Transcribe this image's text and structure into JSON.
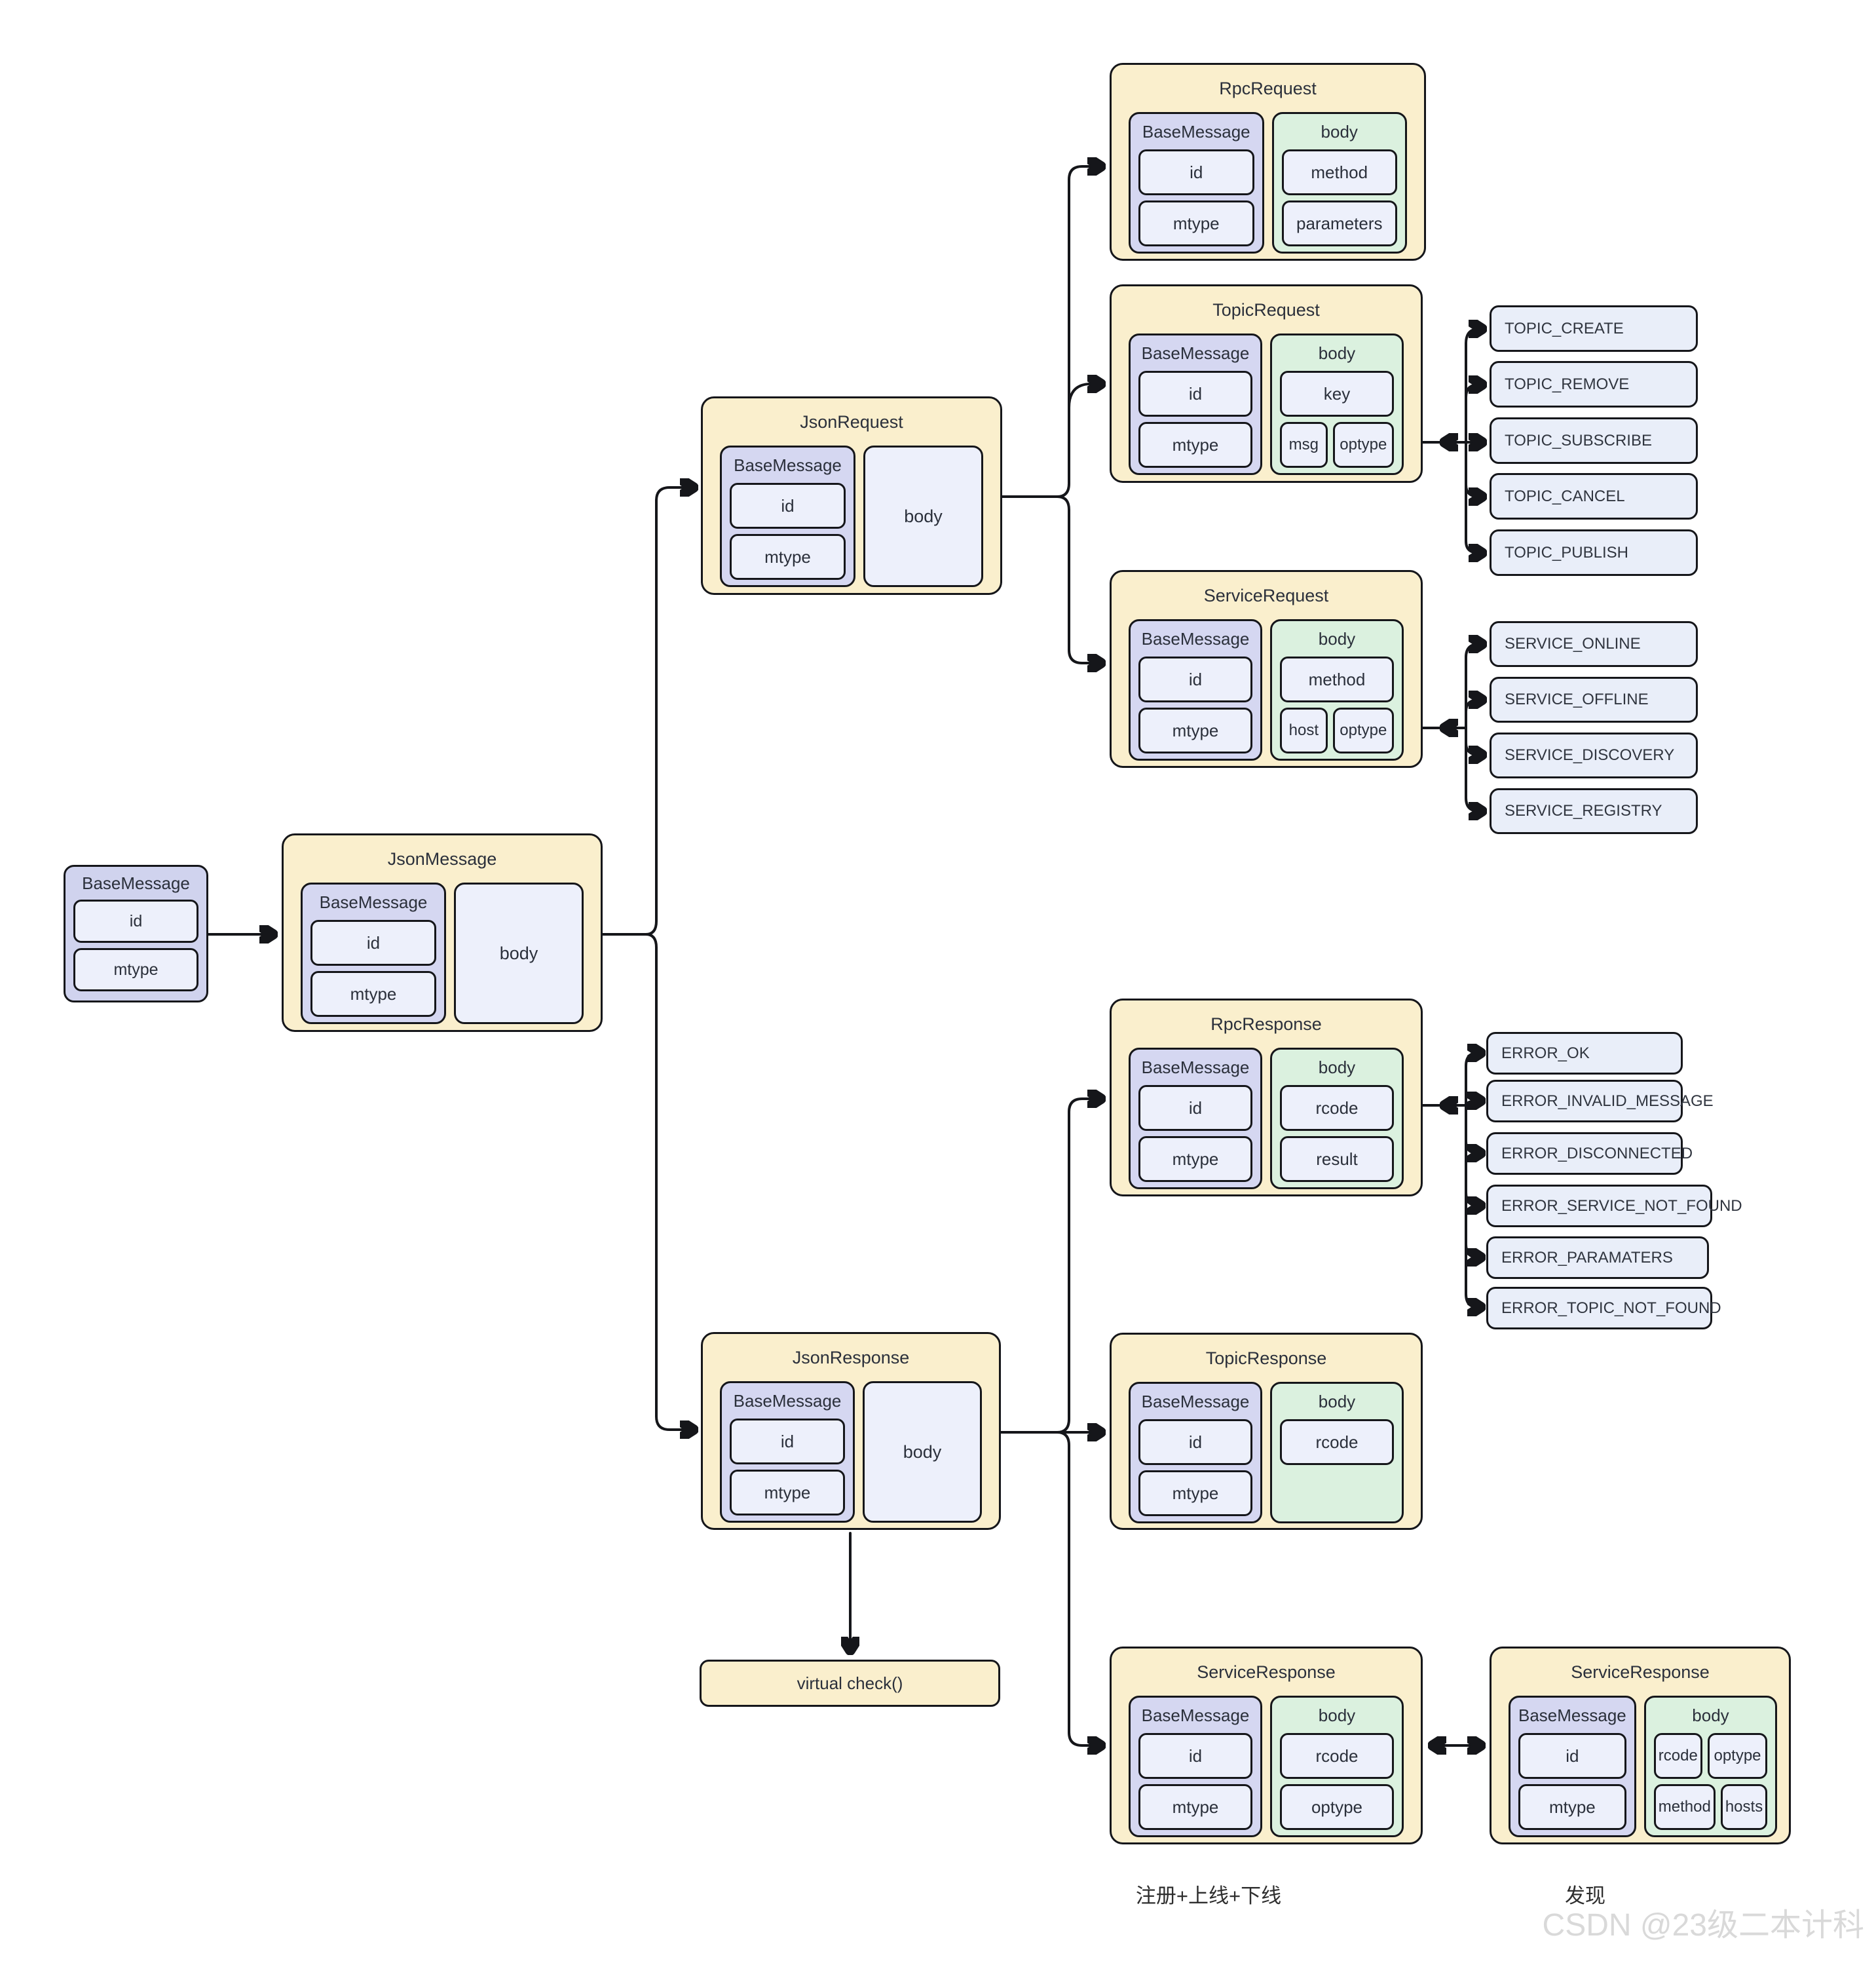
{
  "classes": {
    "base_message": "BaseMessage",
    "json_message": "JsonMessage",
    "json_request": "JsonRequest",
    "json_response": "JsonResponse",
    "rpc_request": "RpcRequest",
    "topic_request": "TopicRequest",
    "service_request": "ServiceRequest",
    "rpc_response": "RpcResponse",
    "topic_response": "TopicResponse",
    "service_response": "ServiceResponse",
    "virtual_check": "virtual check()"
  },
  "common": {
    "base": "BaseMessage",
    "body": "body",
    "id": "id",
    "mtype": "mtype"
  },
  "fields": {
    "method": "method",
    "parameters": "parameters",
    "key": "key",
    "msg": "msg",
    "optype": "optype",
    "host": "host",
    "hosts": "hosts",
    "rcode": "rcode",
    "result": "result"
  },
  "enums": {
    "topic": [
      "TOPIC_CREATE",
      "TOPIC_REMOVE",
      "TOPIC_SUBSCRIBE",
      "TOPIC_CANCEL",
      "TOPIC_PUBLISH"
    ],
    "service": [
      "SERVICE_ONLINE",
      "SERVICE_OFFLINE",
      "SERVICE_DISCOVERY",
      "SERVICE_REGISTRY"
    ],
    "error": [
      "ERROR_OK",
      "ERROR_INVALID_MESSAGE",
      "ERROR_DISCONNECTED",
      "ERROR_SERVICE_NOT_FOUND",
      "ERROR_PARAMATERS",
      "ERROR_TOPIC_NOT_FOUND"
    ]
  },
  "labels": {
    "register": "注册+上线+下线",
    "discovery": "发现"
  },
  "watermark": "CSDN @23级二本计科",
  "colors": {
    "container": "#FAEFCD",
    "base_header": "#D5D7F1",
    "body_header": "#DBF1DF",
    "field": "#EDF0FB",
    "enum_box": "#E9EEF9",
    "stroke": "#15161a",
    "watermark": "#d9d9d9"
  }
}
